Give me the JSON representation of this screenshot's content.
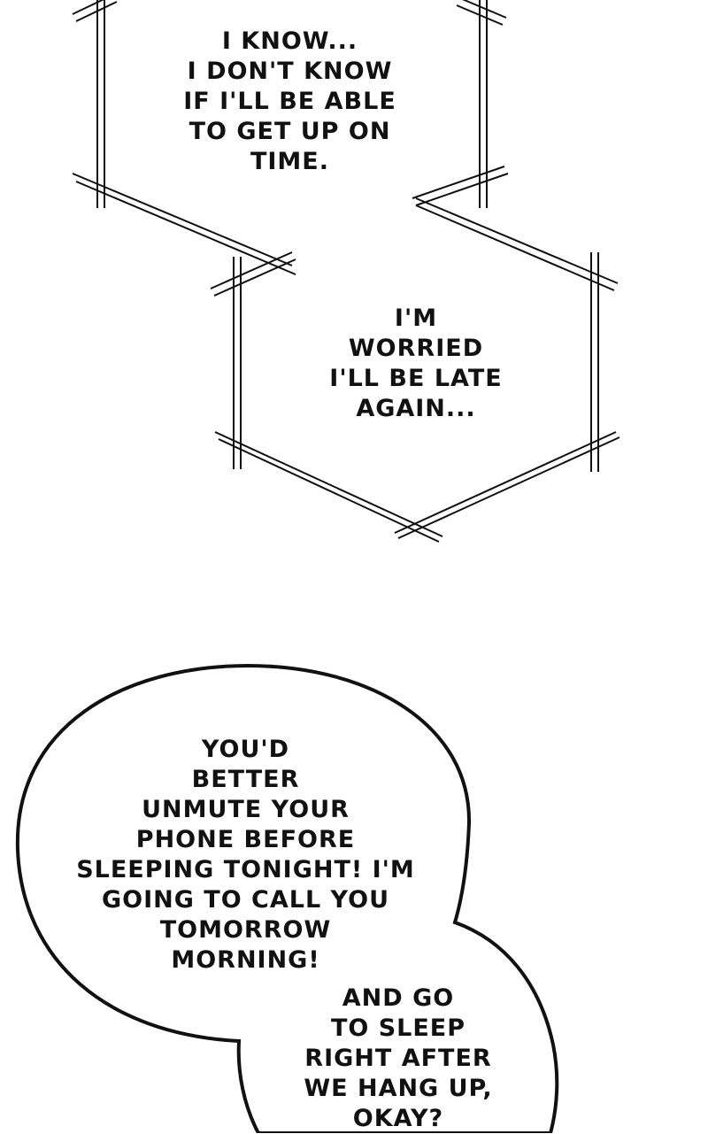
{
  "bubbles": {
    "thought_1": "I KNOW...\nI DON'T KNOW\nIF I'LL BE ABLE\nTO GET UP ON\nTIME.",
    "thought_2": "I'M\nWORRIED\nI'LL BE LATE\nAGAIN...",
    "speech_1": "YOU'D\nBETTER\nUNMUTE YOUR\nPHONE BEFORE\nSLEEPING TONIGHT! I'M\nGOING TO CALL YOU\nTOMORROW\nMORNING!",
    "speech_2": "AND GO\nTO SLEEP\nRIGHT AFTER\nWE HANG UP,\nOKAY?"
  }
}
